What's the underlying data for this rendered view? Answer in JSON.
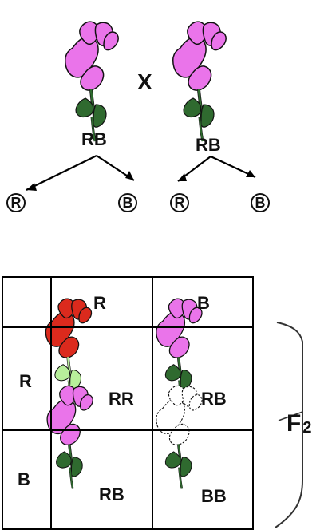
{
  "cross": {
    "symbol": "X",
    "parent_left_genotype": "RB",
    "parent_right_genotype": "RB"
  },
  "gametes": {
    "left_r": "R",
    "left_b": "B",
    "right_r": "R",
    "right_b": "B"
  },
  "punnett": {
    "column_headers": [
      "R",
      "B"
    ],
    "row_headers": [
      "R",
      "B"
    ],
    "cells": [
      [
        "RR",
        "RB"
      ],
      [
        "RB",
        "BB"
      ]
    ]
  },
  "generation_label": {
    "main": "F",
    "sub": "2"
  },
  "colors": {
    "pink_flower": "#ea74ea",
    "red_flower": "#db2a1d",
    "white_flower": "#ffffff",
    "stem_dark": "#2f6a2f",
    "stem_light": "#b8ef9b",
    "outline": "#111111"
  },
  "icons": {
    "pink_flower": "pink-flower-icon",
    "red_flower": "red-flower-icon",
    "white_flower": "white-flower-icon",
    "arrow": "arrow-icon",
    "brace": "right-brace-icon"
  }
}
